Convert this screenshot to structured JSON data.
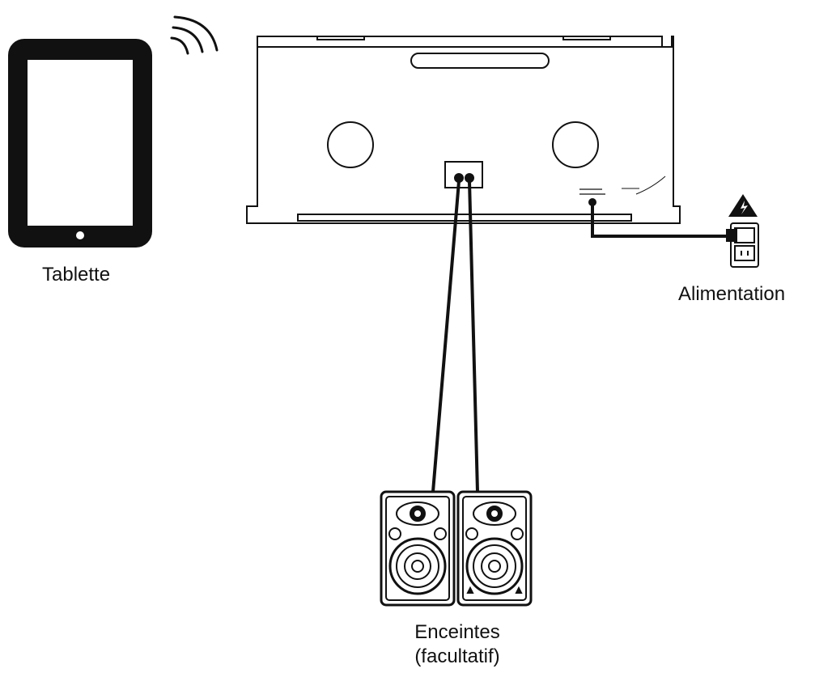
{
  "labels": {
    "tablet": "Tablette",
    "power": "Alimentation",
    "speakers_line1": "Enceintes",
    "speakers_line2": "(facultatif)"
  },
  "icons": {
    "tablet": "tablet-icon",
    "wifi": "wifi-icon",
    "mixer": "device-rear-panel",
    "outlet": "power-outlet-icon",
    "warning": "high-voltage-warning-icon",
    "speaker": "speaker-icon"
  },
  "colors": {
    "line": "#111111",
    "background": "#ffffff",
    "screen_fill": "#ffffff"
  }
}
